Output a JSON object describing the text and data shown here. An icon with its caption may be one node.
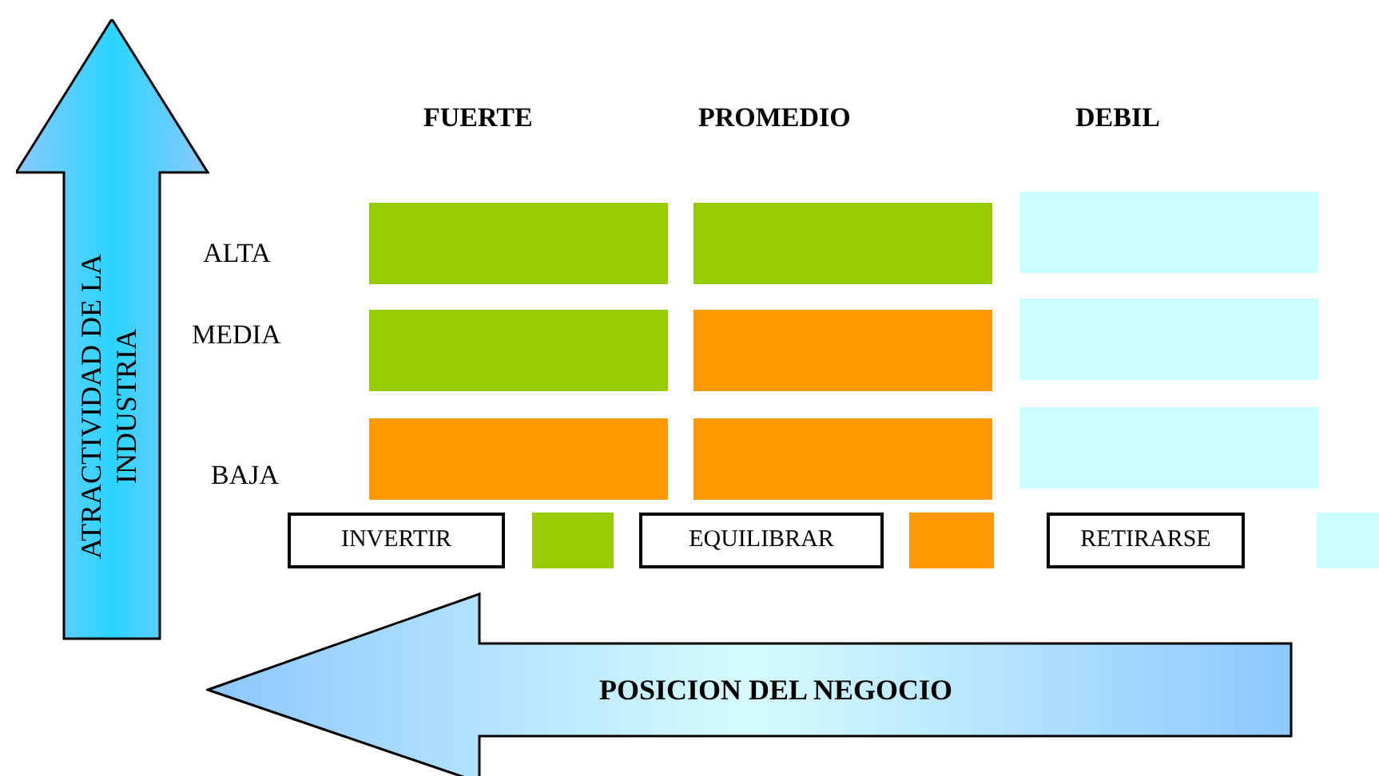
{
  "diagram": {
    "nodes": [
      {
        "text": [
          "ATRACTIVIDAD DE LA INDUSTRIA"
        ]
      },
      {
        "text": [
          "POSICION DEL NEGOCIO"
        ]
      }
    ],
    "labels": [
      "FUERTE",
      "PROMEDIO",
      "DEBIL",
      "ALTA",
      "MEDIA",
      "BAJA"
    ],
    "legend": [
      {
        "text": "INVERTIR",
        "color": "#99cc00"
      },
      {
        "text": "EQUILIBRAR",
        "color": "#ff9900"
      },
      {
        "text": "RETIRARSE",
        "color": "#ccffff"
      }
    ]
  }
}
